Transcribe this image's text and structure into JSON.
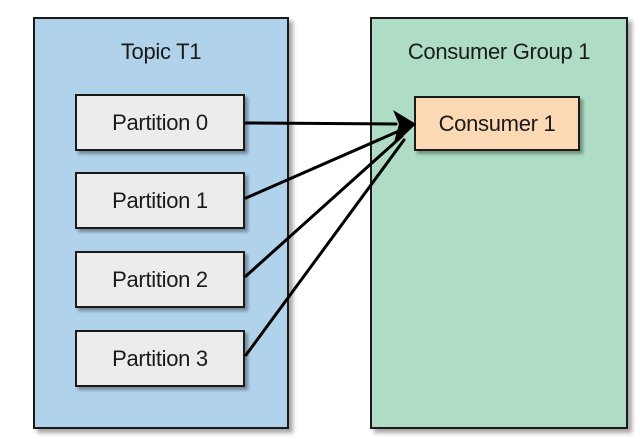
{
  "topic": {
    "title": "Topic T1",
    "partitions": [
      "Partition 0",
      "Partition 1",
      "Partition 2",
      "Partition 3"
    ]
  },
  "consumer_group": {
    "title": "Consumer Group 1",
    "consumer": "Consumer 1"
  },
  "colors": {
    "topic_fill": "#b0d2ea",
    "group_fill": "#afdcc4",
    "partition_fill": "#ececec",
    "consumer_fill": "#fbd9b4",
    "line": "#000000"
  },
  "connections": [
    {
      "from": "Partition 0",
      "to": "Consumer 1"
    },
    {
      "from": "Partition 1",
      "to": "Consumer 1"
    },
    {
      "from": "Partition 2",
      "to": "Consumer 1"
    },
    {
      "from": "Partition 3",
      "to": "Consumer 1"
    }
  ]
}
